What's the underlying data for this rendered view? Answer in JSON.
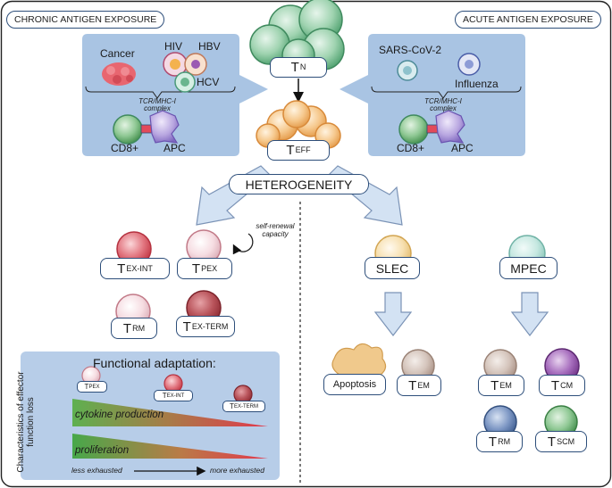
{
  "headers": {
    "chronic": "CHRONIC ANTIGEN EXPOSURE",
    "acute": "ACUTE ANTIGEN EXPOSURE"
  },
  "chronic_antigens": {
    "cancer": "Cancer",
    "hiv": "HIV",
    "hbv": "HBV",
    "hcv": "HCV",
    "complex": "TCR/MHC-I complex",
    "cd8": "CD8+",
    "apc": "APC"
  },
  "acute_antigens": {
    "sars": "SARS-CoV-2",
    "influenza": "Influenza",
    "complex": "TCR/MHC-I complex",
    "cd8": "CD8+",
    "apc": "APC"
  },
  "cells": {
    "tn": {
      "main": "T",
      "sub": "N"
    },
    "teff": {
      "main": "T",
      "sub": "EFF"
    },
    "tex_int": {
      "main": "T",
      "sub": "EX-INT"
    },
    "tpex": {
      "main": "T",
      "sub": "PEX"
    },
    "trm_chronic": {
      "main": "T",
      "sub": "RM"
    },
    "tex_term": {
      "main": "T",
      "sub": "EX-TERM"
    },
    "slec": "SLEC",
    "mpec": "MPEC",
    "apoptosis": "Apoptosis",
    "tem_slec": {
      "main": "T",
      "sub": "EM"
    },
    "tem_mpec": {
      "main": "T",
      "sub": "EM"
    },
    "tcm": {
      "main": "T",
      "sub": "CM"
    },
    "trm_acute": {
      "main": "T",
      "sub": "RM"
    },
    "tscm": {
      "main": "T",
      "sub": "SCM"
    }
  },
  "heterogeneity": "HETEROGENEITY",
  "self_renewal": "self-renewal capacity",
  "functional": {
    "title": "Functional adaptation:",
    "y_axis": "Characteristics of effector function loss",
    "cytokine": "cytokine production",
    "proliferation": "proliferation",
    "less": "less exhausted",
    "more": "more exhausted",
    "small_cells": [
      {
        "main": "T",
        "sub": "PEX"
      },
      {
        "main": "T",
        "sub": "EX-INT"
      },
      {
        "main": "T",
        "sub": "EX-TERM"
      }
    ]
  },
  "colors": {
    "panel_blue": "#a9c4e3",
    "box_border": "#2d4e7a",
    "arrow_fill": "#d3e2f3",
    "naive_green": "#66b987",
    "effector_orange": "#f3b36d",
    "chronic_red": "#d94c58",
    "acute_pink": "#efcfd6",
    "slec_yellow": "#f2d38f",
    "mpec_teal": "#a9d7cf",
    "memory_grey": "#c5b2a8",
    "tcm_purple": "#8b4da3",
    "trm_blue": "#4e6fa3",
    "tscm_green": "#5fa868",
    "gradient_red": "#e2394d",
    "gradient_green": "#47a84a"
  }
}
